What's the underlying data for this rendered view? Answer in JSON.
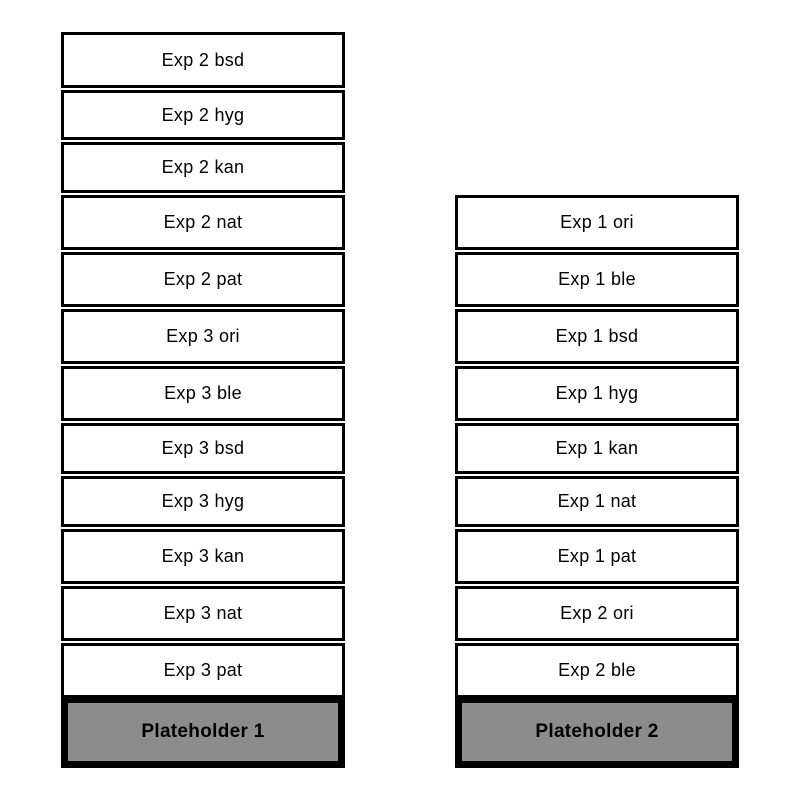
{
  "stacks": [
    {
      "items": [
        "Exp 2 bsd",
        "Exp 2 hyg",
        "Exp 2 kan",
        "Exp 2 nat",
        "Exp 2 pat",
        "Exp 3 ori",
        "Exp 3 ble",
        "Exp 3 bsd",
        "Exp 3 hyg",
        "Exp 3 kan",
        "Exp 3 nat",
        "Exp 3 pat"
      ],
      "holder": "Plateholder 1"
    },
    {
      "items": [
        "Exp 1 ori",
        "Exp 1 ble",
        "Exp 1 bsd",
        "Exp 1 hyg",
        "Exp 1 kan",
        "Exp 1 nat",
        "Exp 1 pat",
        "Exp 2 ori",
        "Exp 2 ble"
      ],
      "holder": "Plateholder 2"
    }
  ]
}
